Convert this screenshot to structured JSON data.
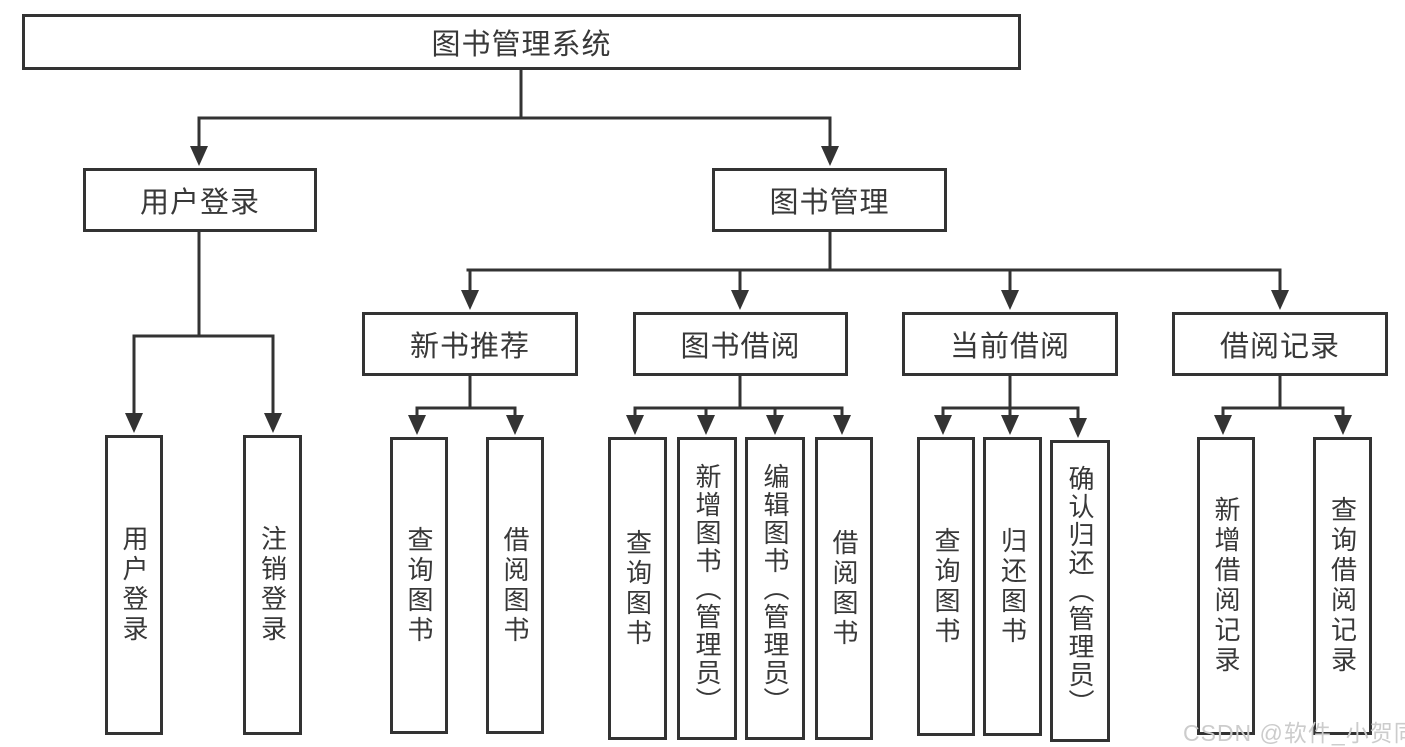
{
  "diagram": {
    "root": {
      "label": "图书管理系统"
    },
    "branches": [
      {
        "label": "用户登录",
        "children": [
          {
            "label": "用户登录"
          },
          {
            "label": "注销登录"
          }
        ]
      },
      {
        "label": "图书管理",
        "children": [
          {
            "label": "新书推荐",
            "children": [
              {
                "label": "查询图书"
              },
              {
                "label": "借阅图书"
              }
            ]
          },
          {
            "label": "图书借阅",
            "children": [
              {
                "label": "查询图书"
              },
              {
                "label": "新增图书（管理员）"
              },
              {
                "label": "编辑图书（管理员）"
              },
              {
                "label": "借阅图书"
              }
            ]
          },
          {
            "label": "当前借阅",
            "children": [
              {
                "label": "查询图书"
              },
              {
                "label": "归还图书"
              },
              {
                "label": "确认归还（管理员）"
              }
            ]
          },
          {
            "label": "借阅记录",
            "children": [
              {
                "label": "新增借阅记录"
              },
              {
                "label": "查询借阅记录"
              }
            ]
          }
        ]
      }
    ]
  },
  "watermark": {
    "text": "CSDN @软件_小贺同学"
  },
  "colors": {
    "line": "#333333",
    "text": "#383838",
    "watermark": "#cccccc",
    "background": "#ffffff"
  }
}
